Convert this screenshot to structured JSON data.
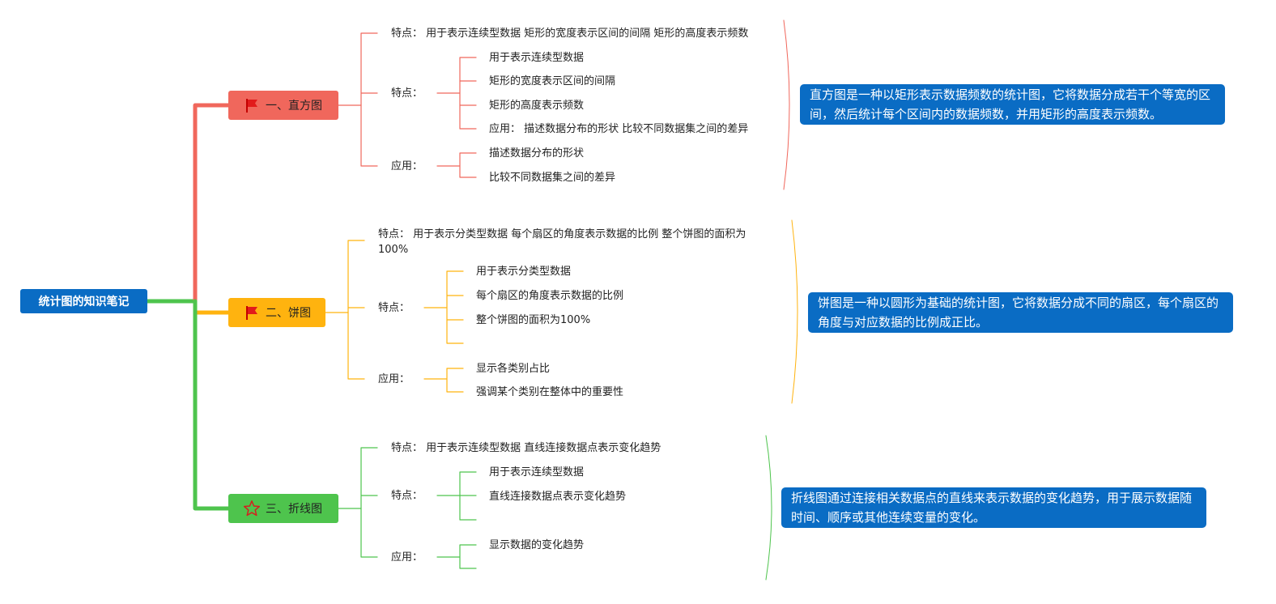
{
  "root": "统计图的知识笔记",
  "colors": {
    "root": "#0a6cc4",
    "histogram": "#f0675c",
    "pie": "#ffb30f",
    "line": "#4ec44d",
    "note": "#0a6cc4"
  },
  "histogram": {
    "title": "一、直方图",
    "icon": "red-flag-icon",
    "summary": "特点： 用于表示连续型数据 矩形的宽度表示区间的间隔 矩形的高度表示频数",
    "features_label": "特点：",
    "features": [
      "用于表示连续型数据",
      "矩形的宽度表示区间的间隔",
      "矩形的高度表示频数",
      "应用： 描述数据分布的形状 比较不同数据集之间的差异"
    ],
    "applications_label": "应用：",
    "applications": [
      "描述数据分布的形状",
      "比较不同数据集之间的差异"
    ],
    "note": "直方图是一种以矩形表示数据频数的统计图，它将数据分成若干个等宽的区间，然后统计每个区间内的数据频数，并用矩形的高度表示频数。"
  },
  "pie": {
    "title": "二、饼图",
    "icon": "red-flag-icon",
    "summary_line1": "特点： 用于表示分类型数据 每个扇区的角度表示数据的比例 整个饼图的面积为",
    "summary_line2": "100%",
    "features_label": "特点：",
    "features": [
      "用于表示分类型数据",
      "每个扇区的角度表示数据的比例",
      "整个饼图的面积为100%"
    ],
    "applications_label": "应用：",
    "applications": [
      "显示各类别占比",
      "强调某个类别在整体中的重要性"
    ],
    "note": "饼图是一种以圆形为基础的统计图，它将数据分成不同的扇区，每个扇区的角度与对应数据的比例成正比。"
  },
  "line": {
    "title": "三、折线图",
    "icon": "star-outline-icon",
    "summary": "特点： 用于表示连续型数据 直线连接数据点表示变化趋势",
    "features_label": "特点：",
    "features": [
      "用于表示连续型数据",
      "直线连接数据点表示变化趋势"
    ],
    "applications_label": "应用：",
    "applications": [
      "显示数据的变化趋势"
    ],
    "note": "折线图通过连接相关数据点的直线来表示数据的变化趋势，用于展示数据随时间、顺序或其他连续变量的变化。"
  }
}
